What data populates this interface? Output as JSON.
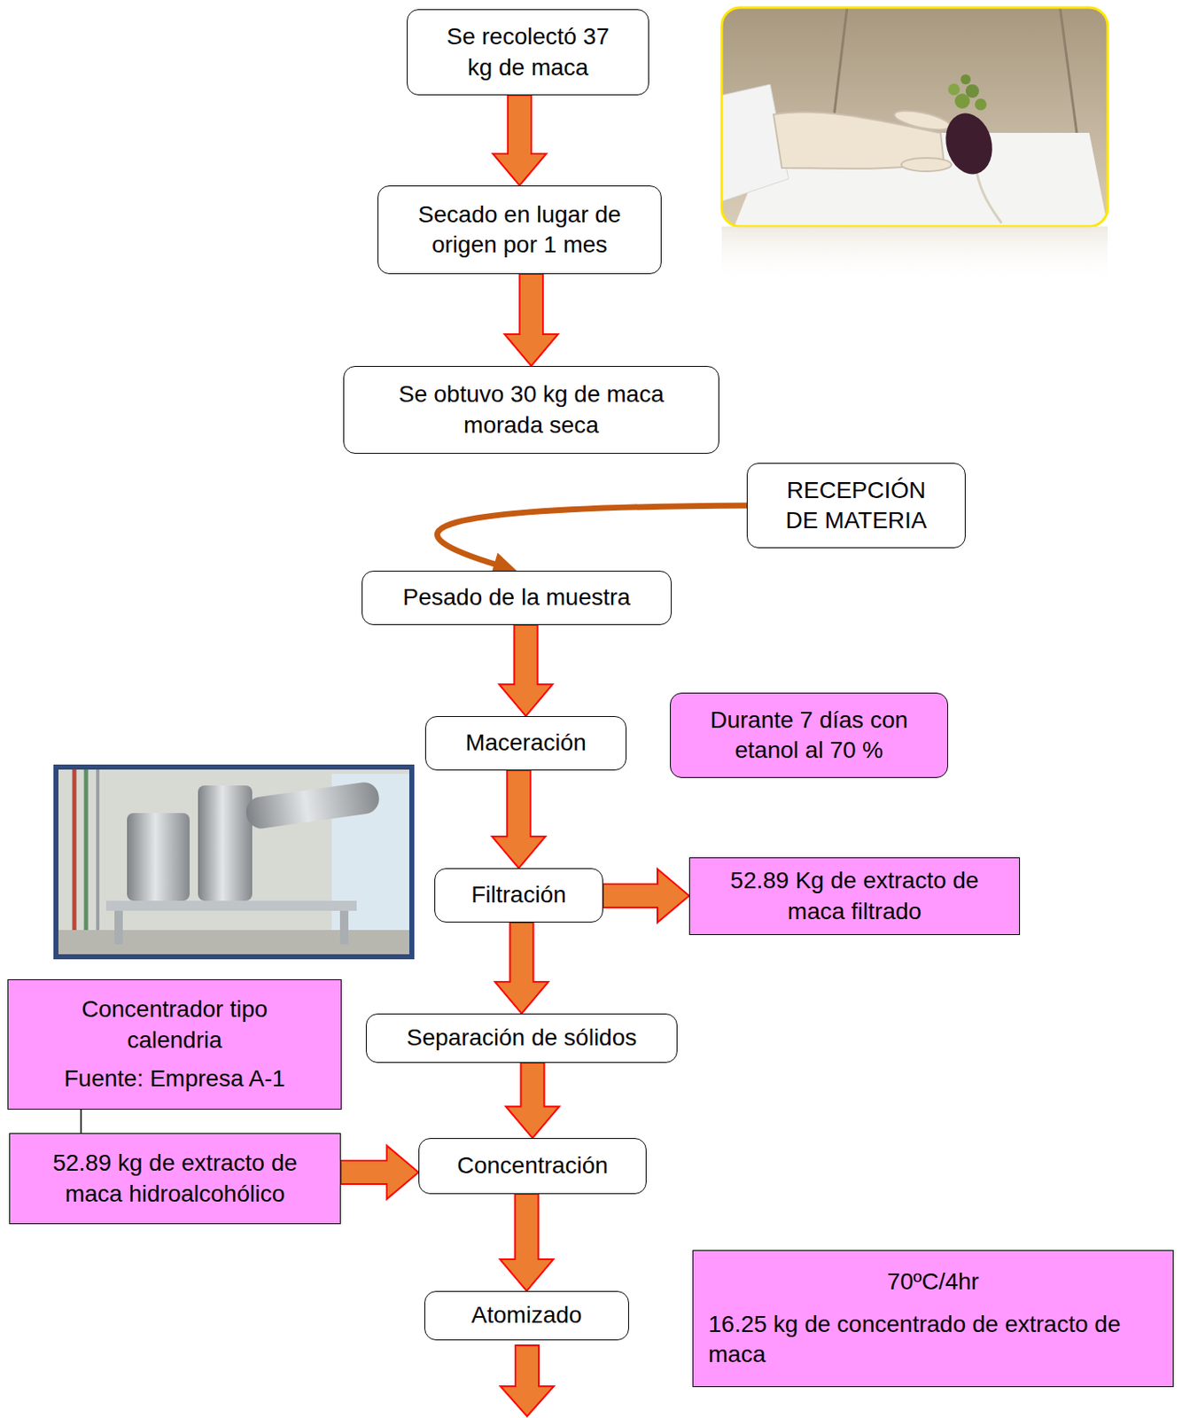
{
  "diagram": {
    "nodes": [
      {
        "text": [
          "Se recolectó 37 kg de maca"
        ]
      },
      {
        "text": [
          "Secado en lugar de origen por 1 mes"
        ]
      },
      {
        "text": [
          "Se obtuvo 30 kg de maca morada seca"
        ]
      },
      {
        "text": [
          "RECEPCIÓN DE MATERIA"
        ]
      },
      {
        "text": [
          "Pesado de la muestra"
        ]
      },
      {
        "text": [
          "Maceración"
        ]
      },
      {
        "text": [
          "Durante 7 días con etanol al 70 %"
        ]
      },
      {
        "text": [
          "Filtración"
        ]
      },
      {
        "text": [
          "52.89 Kg de extracto de maca filtrado"
        ]
      },
      {
        "text": [
          "Concentrador tipo calendria",
          "Fuente: Empresa A-1"
        ]
      },
      {
        "text": [
          "Separación de sólidos"
        ]
      },
      {
        "text": [
          "52.89 kg de extracto de maca hidroalcohólico"
        ]
      },
      {
        "text": [
          "Concentración"
        ]
      },
      {
        "text": [
          "70ºC/4hr",
          "16.25 kg de concentrado de extracto de maca"
        ]
      },
      {
        "text": [
          "Atomizado"
        ]
      }
    ],
    "edges": [
      {
        "from": 0,
        "to": 1,
        "arrow": "to"
      },
      {
        "from": 1,
        "to": 2,
        "arrow": "to"
      },
      {
        "from": 3,
        "to": 4,
        "arrow": "to"
      },
      {
        "from": 4,
        "to": 5,
        "arrow": "to"
      },
      {
        "from": 5,
        "to": 7,
        "arrow": "to"
      },
      {
        "from": 7,
        "to": 8,
        "arrow": "to"
      },
      {
        "from": 7,
        "to": 10,
        "arrow": "to"
      },
      {
        "from": 10,
        "to": 12,
        "arrow": "to"
      },
      {
        "from": 11,
        "to": 12,
        "arrow": "to"
      },
      {
        "from": 12,
        "to": 14,
        "arrow": "to"
      },
      {
        "from": 9,
        "to": 11,
        "arrow": "none"
      }
    ]
  }
}
